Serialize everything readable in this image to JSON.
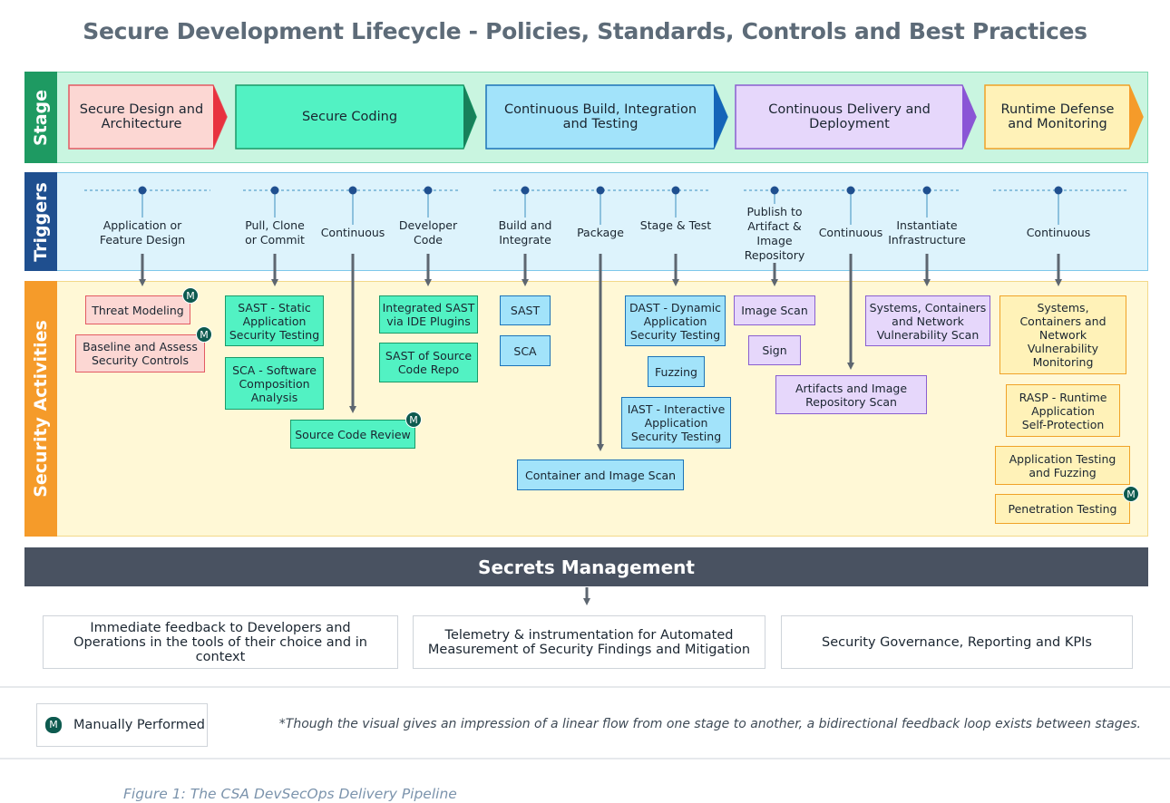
{
  "title": "Secure Development Lifecycle - Policies, Standards, Controls and Best Practices",
  "bands": {
    "stage": "Stage",
    "triggers": "Triggers",
    "activities": "Security Activities"
  },
  "stages": [
    "Secure Design and Architecture",
    "Secure Coding",
    "Continuous Build, Integration and Testing",
    "Continuous Delivery and Deployment",
    "Runtime Defense and Monitoring"
  ],
  "triggers": [
    "Application or Feature Design",
    "Pull, Clone or Commit",
    "Continuous",
    "Developer Code",
    "Build and Integrate",
    "Package",
    "Stage & Test",
    "Publish to Artifact & Image Repository",
    "Continuous",
    "Instantiate Infrastructure",
    "Continuous"
  ],
  "activities": {
    "threat_modeling": "Threat Modeling",
    "baseline": "Baseline and Assess Security Controls",
    "sast_static": "SAST - Static Application Security Testing",
    "sca_software": "SCA - Software Composition Analysis",
    "source_code_review": "Source Code Review",
    "integrated_sast": "Integrated SAST via IDE Plugins",
    "sast_repo": "SAST of Source Code Repo",
    "sast": "SAST",
    "sca": "SCA",
    "container_scan": "Container and Image Scan",
    "dast": "DAST - Dynamic Application Security Testing",
    "fuzzing": "Fuzzing",
    "iast": "IAST - Interactive Application Security Testing",
    "image_scan": "Image Scan",
    "sign": "Sign",
    "artifacts_scan": "Artifacts and Image Repository Scan",
    "vuln_scan": "Systems, Containers and Network Vulnerability Scan",
    "vuln_monitoring": "Systems, Containers and Network Vulnerability Monitoring",
    "rasp": "RASP - Runtime Application Self-Protection",
    "app_testing": "Application Testing and Fuzzing",
    "pen_testing": "Penetration Testing"
  },
  "manual_badge": "M",
  "secrets": "Secrets Management",
  "outcomes": [
    "Immediate feedback to Developers and Operations in the tools of their choice and in context",
    "Telemetry & instrumentation for Automated Measurement of Security Findings and Mitigation",
    "Security Governance, Reporting and KPIs"
  ],
  "legend": {
    "badge": "M",
    "label": "Manually Performed"
  },
  "footnote": "*Though the visual gives an impression of a linear flow from one stage to another, a bidirectional feedback loop exists between stages.",
  "caption": "Figure 1: The CSA DevSecOps Delivery Pipeline",
  "colors": {
    "stage_band": "#c9f5e0",
    "triggers_band": "#ddf3fc",
    "activities_band": "#fff8d6",
    "stage_label": "#1e9a62",
    "triggers_label": "#1f4f8f",
    "activities_label": "#f59b2a",
    "design": "#fcd7d3",
    "coding": "#52f2c3",
    "build": "#a2e3fa",
    "delivery": "#e6d7fb",
    "runtime": "#fff2b8",
    "secrets": "#495261"
  }
}
